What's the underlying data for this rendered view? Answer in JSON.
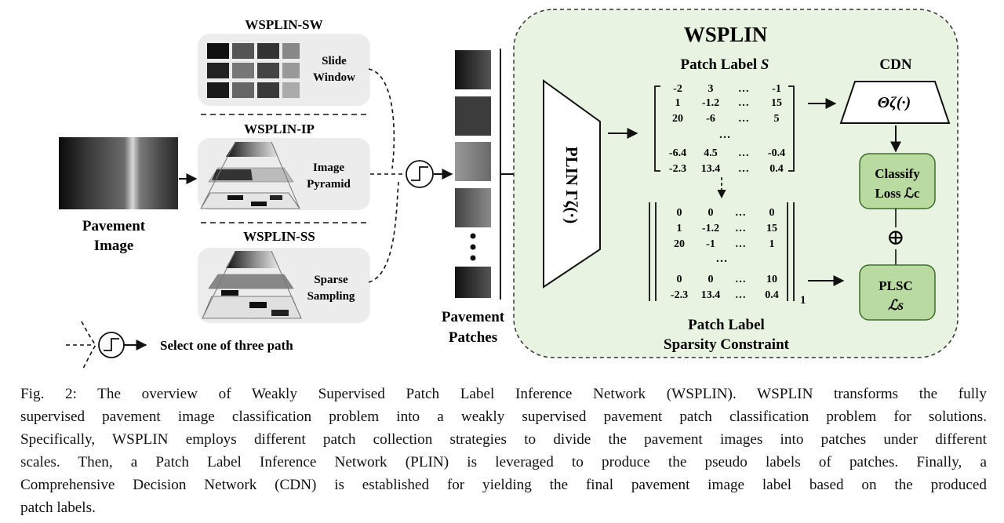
{
  "figure": {
    "pavement_image_label_l1": "Pavement",
    "pavement_image_label_l2": "Image",
    "strategies": [
      {
        "title": "WSPLIN-SW",
        "desc_l1": "Slide",
        "desc_l2": "Window"
      },
      {
        "title": "WSPLIN-IP",
        "desc_l1": "Image",
        "desc_l2": "Pyramid"
      },
      {
        "title": "WSPLIN-SS",
        "desc_l1": "Sparse",
        "desc_l2": "Sampling"
      }
    ],
    "patches_label_l1": "Pavement",
    "patches_label_l2": "Patches",
    "wsplin_title": "WSPLIN",
    "plin_label": "PLIN Γζ(·)",
    "patch_label_title": "Patch Label ",
    "patch_label_symbol": "S",
    "matrix_top": [
      [
        "-2",
        "3",
        "…",
        "-1"
      ],
      [
        "1",
        "-1.2",
        "…",
        "15"
      ],
      [
        "20",
        "-6",
        "…",
        "5"
      ],
      [
        "-6.4",
        "4.5",
        "…",
        "-0.4"
      ],
      [
        "-2.3",
        "13.4",
        "…",
        "0.4"
      ]
    ],
    "matrix_bottom": [
      [
        "0",
        "0",
        "…",
        "0"
      ],
      [
        "1",
        "-1.2",
        "…",
        "15"
      ],
      [
        "20",
        "-1",
        "…",
        "1"
      ],
      [
        "0",
        "0",
        "…",
        "10"
      ],
      [
        "-2.3",
        "13.4",
        "…",
        "0.4"
      ]
    ],
    "matrix_vdots": "…",
    "norm_subscript": "1",
    "sparsity_label_l1": "Patch Label",
    "sparsity_label_l2": "Sparsity Constraint",
    "cdn_title": "CDN",
    "cdn_theta": "Θζ(·)",
    "classify_l1": "Classify",
    "classify_l2": "Loss ℒc",
    "plus_symbol": "⊕",
    "plsc_l1": "PLSC",
    "plsc_l2": "ℒs",
    "legend_text": "Select one of three path",
    "colors": {
      "wsplin_bg": "#e9f3e1",
      "strategy_bg": "#ececec",
      "loss_box_fill": "#b9dba2",
      "loss_box_stroke": "#3d6e2a"
    }
  },
  "caption": {
    "lines": [
      "Fig. 2: The overview of Weakly Supervised Patch Label Inference Network (WSPLIN). WSPLIN transforms the fully",
      "supervised pavement image classification problem into a weakly supervised pavement patch classification problem for solutions.",
      "Specifically, WSPLIN employs different patch collection strategies to divide the pavement images into patches under different",
      "scales. Then, a Patch Label Inference Network (PLIN) is leveraged to produce the pseudo labels of patches. Finally, a",
      "Comprehensive Decision Network (CDN) is established for yielding the final pavement image label based on the produced",
      "patch labels."
    ]
  }
}
